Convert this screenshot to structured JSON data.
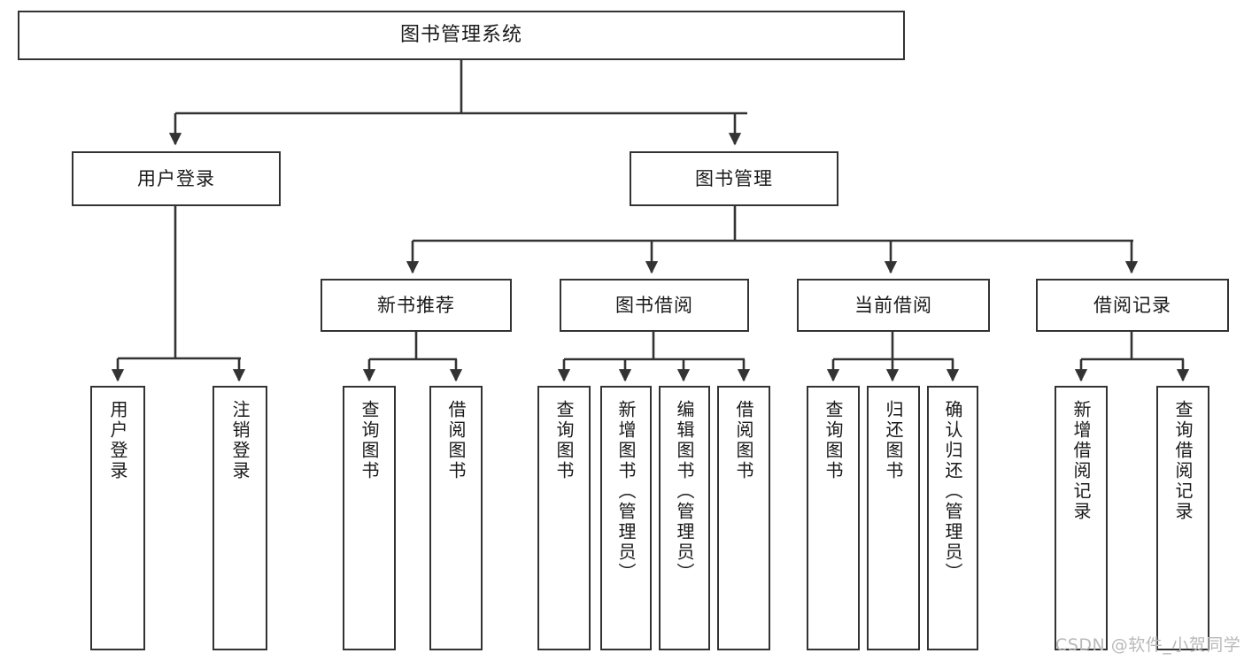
{
  "diagram": {
    "title": "图书管理系统",
    "type": "tree",
    "root": {
      "label": "图书管理系统"
    },
    "level2": [
      {
        "label": "用户登录"
      },
      {
        "label": "图书管理"
      }
    ],
    "level3": [
      {
        "label": "新书推荐"
      },
      {
        "label": "图书借阅"
      },
      {
        "label": "当前借阅"
      },
      {
        "label": "借阅记录"
      }
    ],
    "leaves": {
      "user_login": [
        {
          "label": "用户登录"
        },
        {
          "label": "注销登录"
        }
      ],
      "new_book": [
        {
          "label": "查询图书"
        },
        {
          "label": "借阅图书"
        }
      ],
      "book_borrow": [
        {
          "label": "查询图书"
        },
        {
          "label": "新增图书（管理员）"
        },
        {
          "label": "编辑图书（管理员）"
        },
        {
          "label": "借阅图书"
        }
      ],
      "current_borrow": [
        {
          "label": "查询图书"
        },
        {
          "label": "归还图书"
        },
        {
          "label": "确认归还（管理员）"
        }
      ],
      "borrow_record": [
        {
          "label": "新增借阅记录"
        },
        {
          "label": "查询借阅记录"
        }
      ]
    }
  },
  "watermark": {
    "text": "CSDN @软件_小贺同学"
  },
  "colors": {
    "stroke": "#333333",
    "box_fill": "#ffffff",
    "text": "#1a1a1a",
    "watermark": "#b9b9b9",
    "background": "#ffffff"
  }
}
